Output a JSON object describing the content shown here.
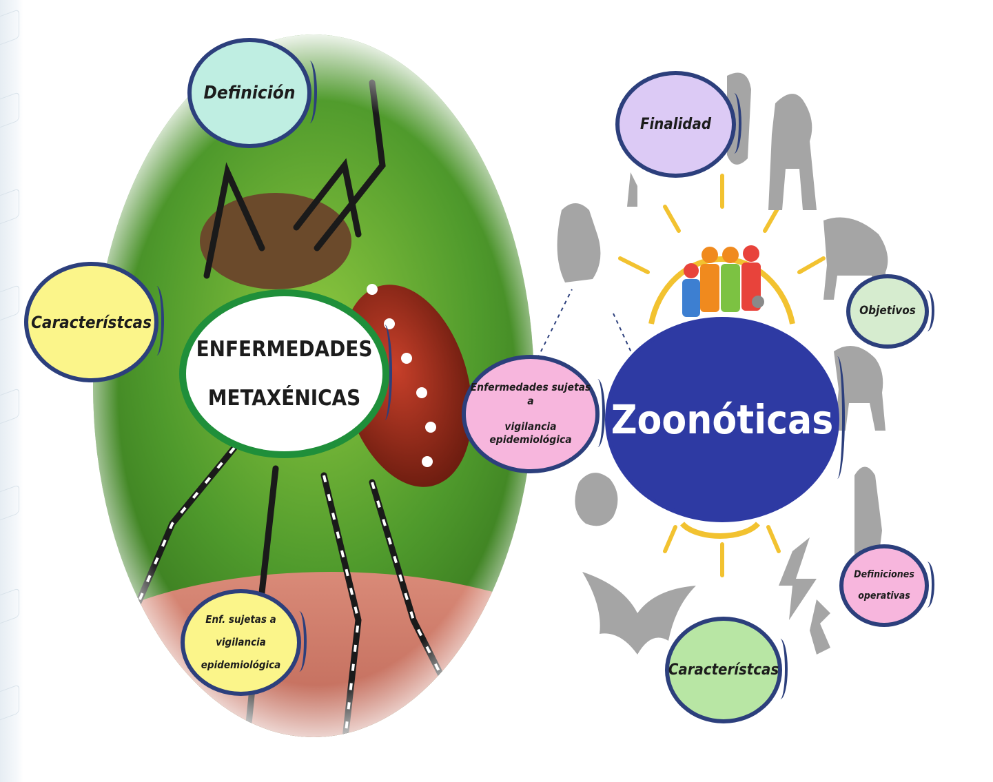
{
  "diagram": {
    "left_center": {
      "line1": "ENFERMEDADES",
      "line2": "METAXÉNICAS"
    },
    "left_nodes": {
      "definicion": "Definición",
      "caracteristicas": "Característcas",
      "enf_sujetas": {
        "line1": "Enf. sujetas a",
        "line2": "vigilancia",
        "line3": "epidemiológica"
      }
    },
    "bridge_node": {
      "line1": "Enfermedades sujetas a",
      "line2": "vigilancia epidemiológica"
    },
    "right_center": "Zoonóticas",
    "right_nodes": {
      "finalidad": "Finalidad",
      "objetivos": "Objetivos",
      "definiciones": {
        "line1": "Definiciones",
        "line2": "operativas"
      },
      "caracteristicas": "Característcas"
    }
  },
  "colors": {
    "border": "#2c3f7c",
    "definicion": "#bfeee2",
    "caracteristicas_left": "#fbf58a",
    "enf_sujetas": "#fbf58a",
    "bridge": "#f7b6dd",
    "zoonoticas": "#2e3aa3",
    "finalidad": "#dccaf5",
    "objetivos": "#d6eccf",
    "definiciones": "#f7b6dd",
    "caracteristicas_right": "#b8e6a4",
    "center_ring": "#1f8f3a",
    "sun": "#f2c230",
    "animal_silhouette": "#9e9e9e"
  }
}
